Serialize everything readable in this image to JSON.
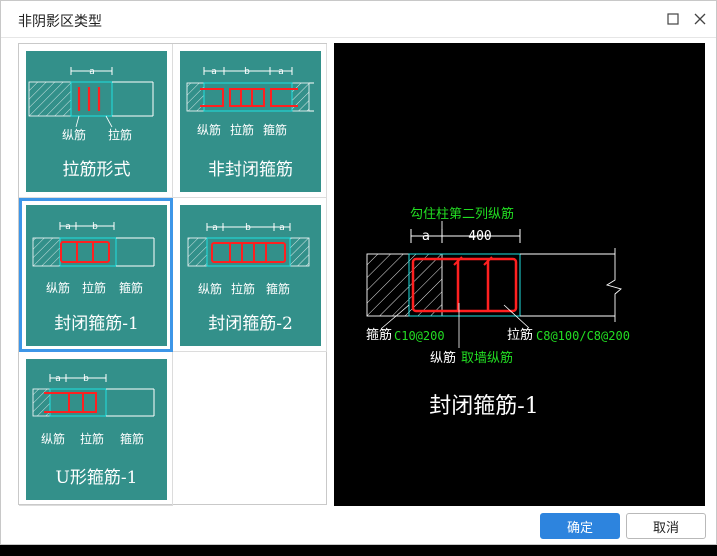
{
  "dialog": {
    "title": "非阴影区类型"
  },
  "options": [
    {
      "name": "拉筋形式",
      "labels": [
        "纵筋",
        "拉筋"
      ],
      "dim": [
        "a"
      ]
    },
    {
      "name": "非封闭箍筋",
      "labels": [
        "纵筋",
        "拉筋",
        "箍筋"
      ],
      "dim": [
        "a",
        "b",
        "a"
      ]
    },
    {
      "name": "封闭箍筋-1",
      "labels": [
        "纵筋",
        "拉筋",
        "箍筋"
      ],
      "dim": [
        "a",
        "b"
      ],
      "selected": true
    },
    {
      "name": "封闭箍筋-2",
      "labels": [
        "纵筋",
        "拉筋",
        "箍筋"
      ],
      "dim": [
        "a",
        "b",
        "a"
      ]
    },
    {
      "name": "U形箍筋-1",
      "labels": [
        "纵筋",
        "拉筋",
        "箍筋"
      ],
      "dim": [
        "a",
        "b"
      ]
    }
  ],
  "preview": {
    "top_note": "勾住柱第二列纵筋",
    "dim_a": "a",
    "dim_b": "400",
    "stirrup_label": "箍筋",
    "stirrup_spec": "C10@200",
    "tie_label": "拉筋",
    "tie_spec": "C8@100/C8@200",
    "long_label": "纵筋",
    "long_note": "取墙纵筋",
    "title": "封闭箍筋-1"
  },
  "buttons": {
    "ok": "确定",
    "cancel": "取消"
  },
  "colors": {
    "thumb_bg": "#33908a",
    "rebar": "#ff2020",
    "cyan": "#1fe0e0",
    "accent": "#2d84de",
    "preview_green": "#22dd22"
  }
}
